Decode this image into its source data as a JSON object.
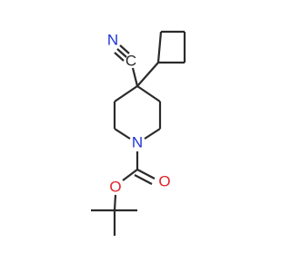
{
  "molecule": {
    "atom_labels": {
      "cyano_n": "N",
      "cyano_c": "C",
      "ring_n": "N",
      "ester_o": "O",
      "carbonyl_o": "O"
    },
    "colors": {
      "bond": "#2b2b2b",
      "nitrogen": "#1f35d3",
      "oxygen": "#e0242a",
      "carbon_label": "#2b2b2b",
      "background": "#ffffff"
    }
  }
}
